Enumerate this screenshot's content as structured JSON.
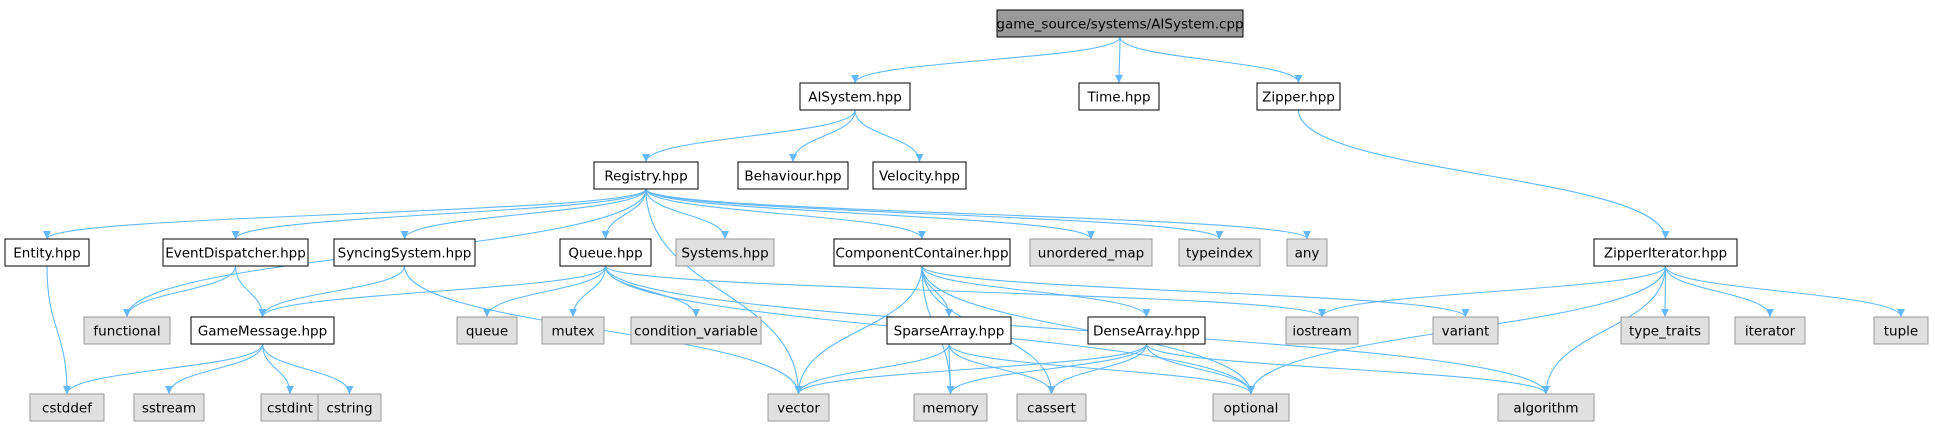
{
  "colors": {
    "root_fill": "#999999",
    "local_fill": "#ffffff",
    "local_stroke": "#000000",
    "system_fill": "#e0e0e0",
    "system_stroke": "#999999",
    "edge": "#63b8ff"
  },
  "nodes": {
    "root": {
      "label": "game_source/systems/AISystem.cpp",
      "kind": "root"
    },
    "aisystem": {
      "label": "AISystem.hpp",
      "kind": "local"
    },
    "time": {
      "label": "Time.hpp",
      "kind": "local"
    },
    "zipper": {
      "label": "Zipper.hpp",
      "kind": "local"
    },
    "registry": {
      "label": "Registry.hpp",
      "kind": "local"
    },
    "behaviour": {
      "label": "Behaviour.hpp",
      "kind": "local"
    },
    "velocity": {
      "label": "Velocity.hpp",
      "kind": "local"
    },
    "entity": {
      "label": "Entity.hpp",
      "kind": "local"
    },
    "eventdispatcher": {
      "label": "EventDispatcher.hpp",
      "kind": "local"
    },
    "syncingsystem": {
      "label": "SyncingSystem.hpp",
      "kind": "local"
    },
    "queue_hpp": {
      "label": "Queue.hpp",
      "kind": "local"
    },
    "systems": {
      "label": "Systems.hpp",
      "kind": "system"
    },
    "componentcontainer": {
      "label": "ComponentContainer.hpp",
      "kind": "local"
    },
    "unordered_map": {
      "label": "unordered_map",
      "kind": "system"
    },
    "typeindex": {
      "label": "typeindex",
      "kind": "system"
    },
    "any": {
      "label": "any",
      "kind": "system"
    },
    "zipperiterator": {
      "label": "ZipperIterator.hpp",
      "kind": "local"
    },
    "functional": {
      "label": "functional",
      "kind": "system"
    },
    "gamemessage": {
      "label": "GameMessage.hpp",
      "kind": "local"
    },
    "queue": {
      "label": "queue",
      "kind": "system"
    },
    "mutex": {
      "label": "mutex",
      "kind": "system"
    },
    "condition_variable": {
      "label": "condition_variable",
      "kind": "system"
    },
    "sparsearray": {
      "label": "SparseArray.hpp",
      "kind": "local"
    },
    "densearray": {
      "label": "DenseArray.hpp",
      "kind": "local"
    },
    "iostream": {
      "label": "iostream",
      "kind": "system"
    },
    "variant": {
      "label": "variant",
      "kind": "system"
    },
    "type_traits": {
      "label": "type_traits",
      "kind": "system"
    },
    "iterator": {
      "label": "iterator",
      "kind": "system"
    },
    "tuple": {
      "label": "tuple",
      "kind": "system"
    },
    "cstddef": {
      "label": "cstddef",
      "kind": "system"
    },
    "sstream": {
      "label": "sstream",
      "kind": "system"
    },
    "cstdint": {
      "label": "cstdint",
      "kind": "system"
    },
    "cstring": {
      "label": "cstring",
      "kind": "system"
    },
    "vector": {
      "label": "vector",
      "kind": "system"
    },
    "memory": {
      "label": "memory",
      "kind": "system"
    },
    "cassert": {
      "label": "cassert",
      "kind": "system"
    },
    "optional": {
      "label": "optional",
      "kind": "system"
    },
    "algorithm": {
      "label": "algorithm",
      "kind": "system"
    }
  },
  "edges": [
    [
      "root",
      "aisystem"
    ],
    [
      "root",
      "time"
    ],
    [
      "root",
      "zipper"
    ],
    [
      "aisystem",
      "registry"
    ],
    [
      "aisystem",
      "behaviour"
    ],
    [
      "aisystem",
      "velocity"
    ],
    [
      "zipper",
      "zipperiterator"
    ],
    [
      "registry",
      "entity"
    ],
    [
      "registry",
      "functional"
    ],
    [
      "registry",
      "eventdispatcher"
    ],
    [
      "registry",
      "syncingsystem"
    ],
    [
      "registry",
      "vector"
    ],
    [
      "registry",
      "queue_hpp"
    ],
    [
      "registry",
      "systems"
    ],
    [
      "registry",
      "componentcontainer"
    ],
    [
      "registry",
      "unordered_map"
    ],
    [
      "registry",
      "typeindex"
    ],
    [
      "registry",
      "any"
    ],
    [
      "entity",
      "cstddef"
    ],
    [
      "eventdispatcher",
      "functional"
    ],
    [
      "eventdispatcher",
      "gamemessage"
    ],
    [
      "syncingsystem",
      "gamemessage"
    ],
    [
      "syncingsystem",
      "vector"
    ],
    [
      "queue_hpp",
      "gamemessage"
    ],
    [
      "queue_hpp",
      "queue"
    ],
    [
      "queue_hpp",
      "mutex"
    ],
    [
      "queue_hpp",
      "condition_variable"
    ],
    [
      "queue_hpp",
      "iostream"
    ],
    [
      "queue_hpp",
      "optional"
    ],
    [
      "queue_hpp",
      "algorithm"
    ],
    [
      "componentcontainer",
      "vector"
    ],
    [
      "componentcontainer",
      "memory"
    ],
    [
      "componentcontainer",
      "sparsearray"
    ],
    [
      "componentcontainer",
      "cassert"
    ],
    [
      "componentcontainer",
      "densearray"
    ],
    [
      "componentcontainer",
      "optional"
    ],
    [
      "componentcontainer",
      "variant"
    ],
    [
      "zipperiterator",
      "iostream"
    ],
    [
      "zipperiterator",
      "optional"
    ],
    [
      "zipperiterator",
      "type_traits"
    ],
    [
      "zipperiterator",
      "iterator"
    ],
    [
      "zipperiterator",
      "tuple"
    ],
    [
      "zipperiterator",
      "algorithm"
    ],
    [
      "gamemessage",
      "cstddef"
    ],
    [
      "gamemessage",
      "sstream"
    ],
    [
      "gamemessage",
      "cstdint"
    ],
    [
      "gamemessage",
      "cstring"
    ],
    [
      "sparsearray",
      "vector"
    ],
    [
      "sparsearray",
      "memory"
    ],
    [
      "sparsearray",
      "cassert"
    ],
    [
      "sparsearray",
      "optional"
    ],
    [
      "densearray",
      "vector"
    ],
    [
      "densearray",
      "memory"
    ],
    [
      "densearray",
      "cassert"
    ],
    [
      "densearray",
      "optional"
    ],
    [
      "densearray",
      "algorithm"
    ]
  ]
}
